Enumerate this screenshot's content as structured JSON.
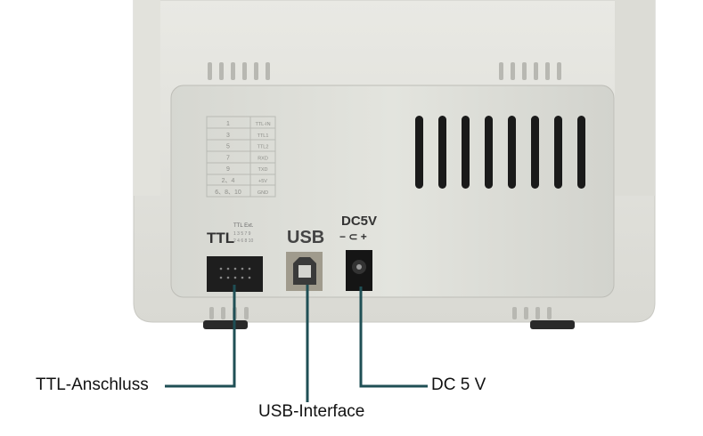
{
  "device": {
    "pin_table": [
      {
        "pin": "1",
        "signal": "TTL-IN"
      },
      {
        "pin": "3",
        "signal": "TTL1"
      },
      {
        "pin": "5",
        "signal": "TTL2"
      },
      {
        "pin": "7",
        "signal": "RXD"
      },
      {
        "pin": "9",
        "signal": "TXD"
      },
      {
        "pin": "2、4",
        "signal": "+5V"
      },
      {
        "pin": "6、8、10",
        "signal": "GND"
      }
    ],
    "ttl_label": "TTL",
    "ttl_ext_label": "TTL Ext.",
    "ttl_ext_top_pins": "1 3 5 7 9",
    "ttl_ext_bottom_pins": "2 4 6 8 10",
    "usb_label": "USB",
    "dc_label": "DC5V",
    "dc_polarity": "− ⊂ +"
  },
  "callouts": {
    "ttl": "TTL-Anschluss",
    "usb": "USB-Interface",
    "dc": "DC 5 V"
  },
  "colors": {
    "callout_line": "#1f4f55"
  }
}
